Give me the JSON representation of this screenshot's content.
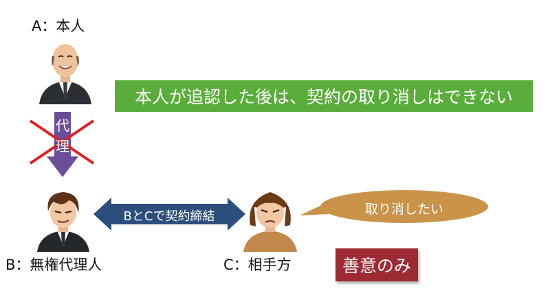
{
  "parties": {
    "principal": {
      "label": "A：本人"
    },
    "agent": {
      "label": "B：無権代理人"
    },
    "counterparty": {
      "label": "C：相手方"
    }
  },
  "banner": {
    "text": "本人が追認した後は、契約の取り消しはできない",
    "color": "#5aad3a"
  },
  "agency_arrow": {
    "chars": [
      "代",
      "理"
    ],
    "color": "#6b4e9a",
    "crossed_out": true,
    "cross_color": "#e02020"
  },
  "contract_arrow": {
    "label": "BとCで契約締結",
    "color": "#2c4e7c"
  },
  "speech_bubble": {
    "text": "取り消したい",
    "color": "#c9944a"
  },
  "good_faith_box": {
    "text": "善意のみ",
    "color": "#9e2a33"
  }
}
